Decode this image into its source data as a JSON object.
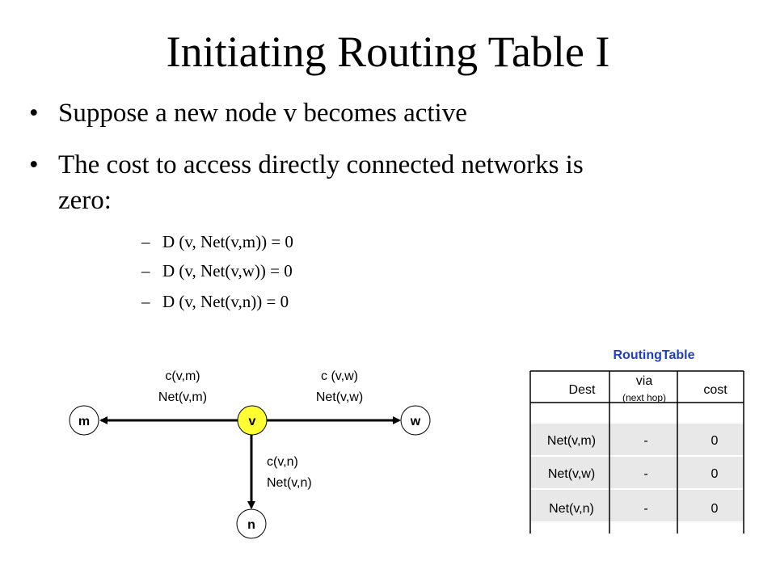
{
  "slide": {
    "title": "Initiating Routing Table I",
    "bullets": [
      {
        "symbol": "•",
        "lines": [
          "Suppose a new node v becomes active"
        ]
      },
      {
        "symbol": "•",
        "lines": [
          "The cost to access directly connected networks is",
          "zero:"
        ]
      }
    ],
    "subitems": [
      {
        "dash": "–",
        "text": "D (v, Net(v,m)) = 0"
      },
      {
        "dash": "–",
        "text": "D (v, Net(v,w)) = 0"
      },
      {
        "dash": "–",
        "text": "D (v, Net(v,n)) = 0"
      }
    ]
  },
  "diagram": {
    "nodes": {
      "m": "m",
      "v": "v",
      "w": "w",
      "n": "n"
    },
    "node_colors": {
      "v": "#ffff33",
      "others": "#ffffff"
    },
    "edges": {
      "vm": [
        "c(v,m)",
        "Net(v,m)"
      ],
      "vw": [
        "c (v,w)",
        "Net(v,w)"
      ],
      "vn": [
        "c(v,n)",
        "Net(v,n)"
      ]
    }
  },
  "routing_table": {
    "title": "RoutingTable",
    "title_color": "#1f3fbf",
    "headers": {
      "dest": "Dest",
      "via": "via",
      "via_sub": "(next hop)",
      "cost": "cost"
    },
    "rows": [
      {
        "dest": "Net(v,m)",
        "via": "-",
        "cost": "0"
      },
      {
        "dest": "Net(v,w)",
        "via": "-",
        "cost": "0"
      },
      {
        "dest": "Net(v,n)",
        "via": "-",
        "cost": "0"
      }
    ]
  }
}
